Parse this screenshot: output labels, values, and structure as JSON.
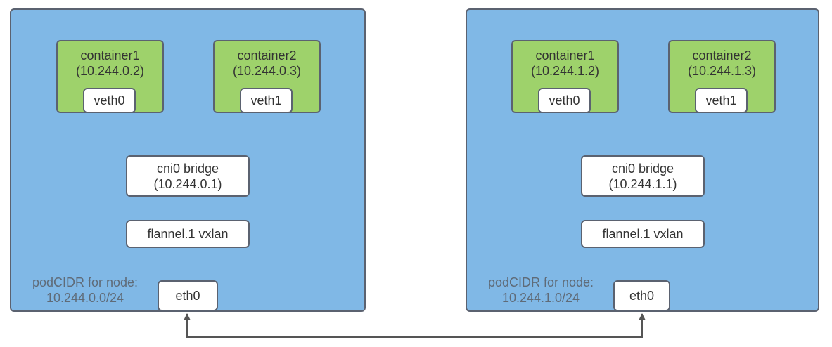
{
  "nodes": [
    {
      "containers": [
        {
          "name": "container1",
          "ip": "(10.244.0.2)",
          "veth": "veth0"
        },
        {
          "name": "container2",
          "ip": "(10.244.0.3)",
          "veth": "veth1"
        }
      ],
      "bridge": {
        "name": "cni0 bridge",
        "ip": "(10.244.0.1)"
      },
      "flannel": "flannel.1 vxlan",
      "eth": "eth0",
      "cidr_label": "podCIDR for node:",
      "cidr": "10.244.0.0/24"
    },
    {
      "containers": [
        {
          "name": "container1",
          "ip": "(10.244.1.2)",
          "veth": "veth0"
        },
        {
          "name": "container2",
          "ip": "(10.244.1.3)",
          "veth": "veth1"
        }
      ],
      "bridge": {
        "name": "cni0 bridge",
        "ip": "(10.244.1.1)"
      },
      "flannel": "flannel.1 vxlan",
      "eth": "eth0",
      "cidr_label": "podCIDR for node:",
      "cidr": "10.244.1.0/24"
    }
  ],
  "colors": {
    "node_fill": "#80b8e6",
    "container_fill": "#9ed26b",
    "box_fill": "#ffffff",
    "border": "#5b6270",
    "arrow": "#555555"
  }
}
